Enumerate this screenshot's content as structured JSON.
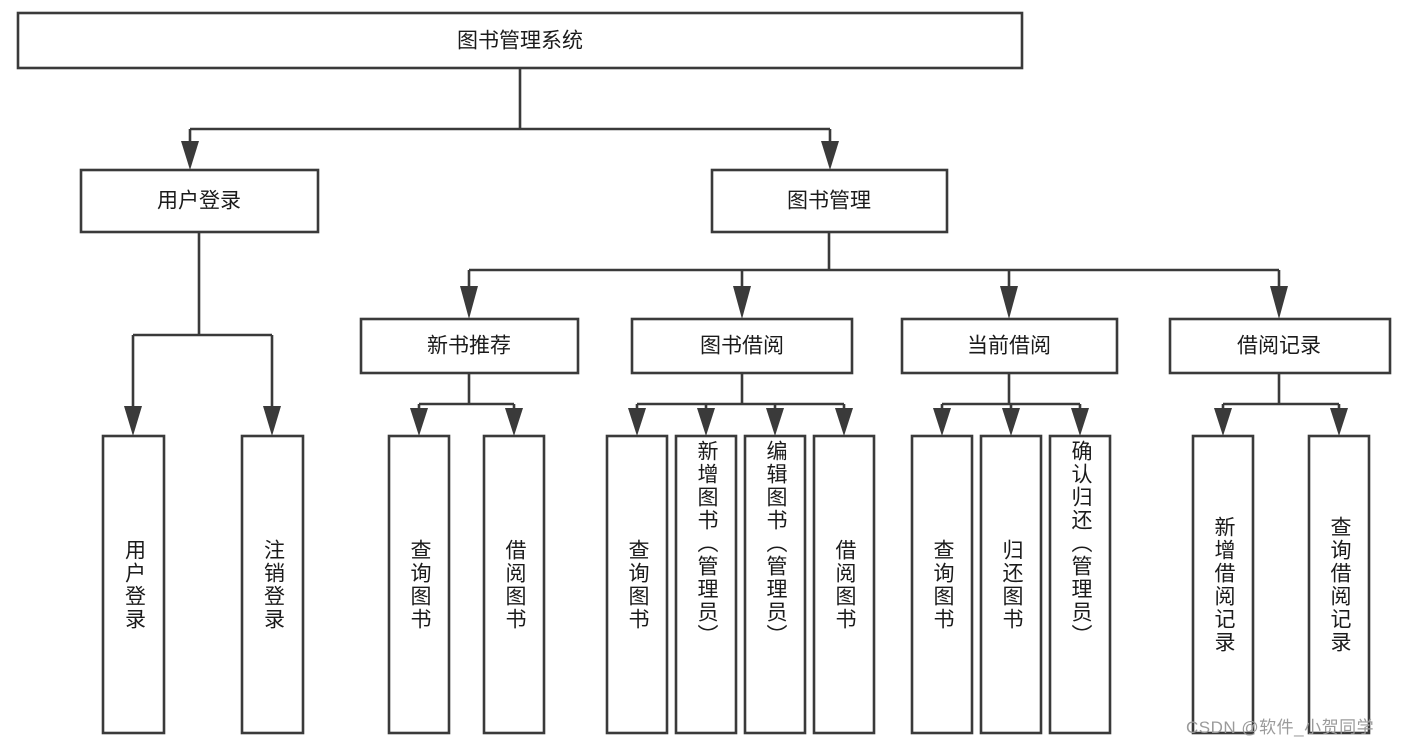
{
  "diagram": {
    "type": "tree",
    "title": "图书管理系统",
    "orientation": "top-down",
    "style": {
      "box_fill": "#ffffff",
      "box_stroke": "#3a3a3a",
      "connector_stroke": "#3a3a3a",
      "text_color": "#1b1b1b",
      "background": "#ffffff"
    },
    "root": {
      "label": "图书管理系统"
    },
    "level2": [
      {
        "label": "用户登录"
      },
      {
        "label": "图书管理"
      }
    ],
    "level3": [
      {
        "label": "新书推荐"
      },
      {
        "label": "图书借阅"
      },
      {
        "label": "当前借阅"
      },
      {
        "label": "借阅记录"
      }
    ],
    "leaves": {
      "user_login": [
        {
          "label": "用户登录"
        },
        {
          "label": "注销登录"
        }
      ],
      "new_book_recommend": [
        {
          "label": "查询图书"
        },
        {
          "label": "借阅图书"
        }
      ],
      "book_borrow": [
        {
          "label": "查询图书"
        },
        {
          "label": "新增图书（管理员）"
        },
        {
          "label": "编辑图书（管理员）"
        },
        {
          "label": "借阅图书"
        }
      ],
      "current_borrow": [
        {
          "label": "查询图书"
        },
        {
          "label": "归还图书"
        },
        {
          "label": "确认归还（管理员）"
        }
      ],
      "borrow_record": [
        {
          "label": "新增借阅记录"
        },
        {
          "label": "查询借阅记录"
        }
      ]
    }
  },
  "watermark": {
    "text": "CSDN @软件_小贺同学"
  }
}
